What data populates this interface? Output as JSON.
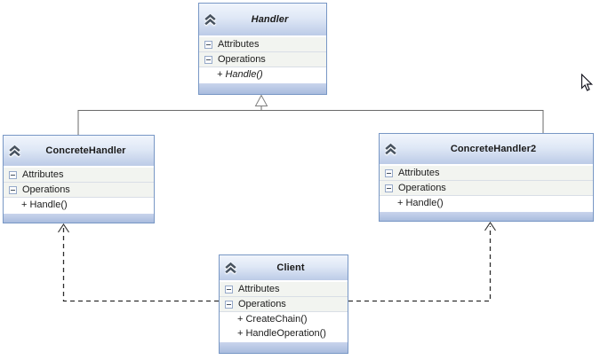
{
  "classes": [
    {
      "name": "Handler",
      "abstract": true,
      "attributes_label": "Attributes",
      "operations_label": "Operations",
      "methods": [
        {
          "label": "+ Handle()",
          "italic": true
        }
      ]
    },
    {
      "name": "ConcreteHandler",
      "abstract": false,
      "attributes_label": "Attributes",
      "operations_label": "Operations",
      "methods": [
        {
          "label": "+ Handle()",
          "italic": false
        }
      ]
    },
    {
      "name": "ConcreteHandler2",
      "abstract": false,
      "attributes_label": "Attributes",
      "operations_label": "Operations",
      "methods": [
        {
          "label": "+ Handle()",
          "italic": false
        }
      ]
    },
    {
      "name": "Client",
      "abstract": false,
      "attributes_label": "Attributes",
      "operations_label": "Operations",
      "methods": [
        {
          "label": "+ CreateChain()",
          "italic": false
        },
        {
          "label": "+ HandleOperation()",
          "italic": false
        }
      ]
    }
  ],
  "relationships": [
    {
      "type": "inheritance",
      "from": "ConcreteHandler",
      "to": "Handler",
      "style": "solid-line-hollow-triangle"
    },
    {
      "type": "inheritance",
      "from": "ConcreteHandler2",
      "to": "Handler",
      "style": "solid-line-hollow-triangle"
    },
    {
      "type": "dependency",
      "from": "Client",
      "to": "ConcreteHandler",
      "style": "dashed-line-open-arrow"
    },
    {
      "type": "dependency",
      "from": "Client",
      "to": "ConcreteHandler2",
      "style": "dashed-line-open-arrow"
    }
  ],
  "icons": {
    "class_collapse": "double-chevron-up-icon",
    "section_collapse": "minus-box-icon",
    "pointer": "mouse-cursor-arrow"
  },
  "colors": {
    "box_border": "#7897c5",
    "header_gradient_top": "#f1f5fc",
    "header_gradient_bottom": "#bccbe7",
    "footer_band_top": "#c9d4ec",
    "footer_band_bottom": "#a9bcde",
    "section_row_bg": "#f2f4f0",
    "method_row_bg": "#ffffff",
    "inheritance_line": "#6a6a6a",
    "dependency_line": "#2e2e2e",
    "text": "#1a1a1a"
  }
}
